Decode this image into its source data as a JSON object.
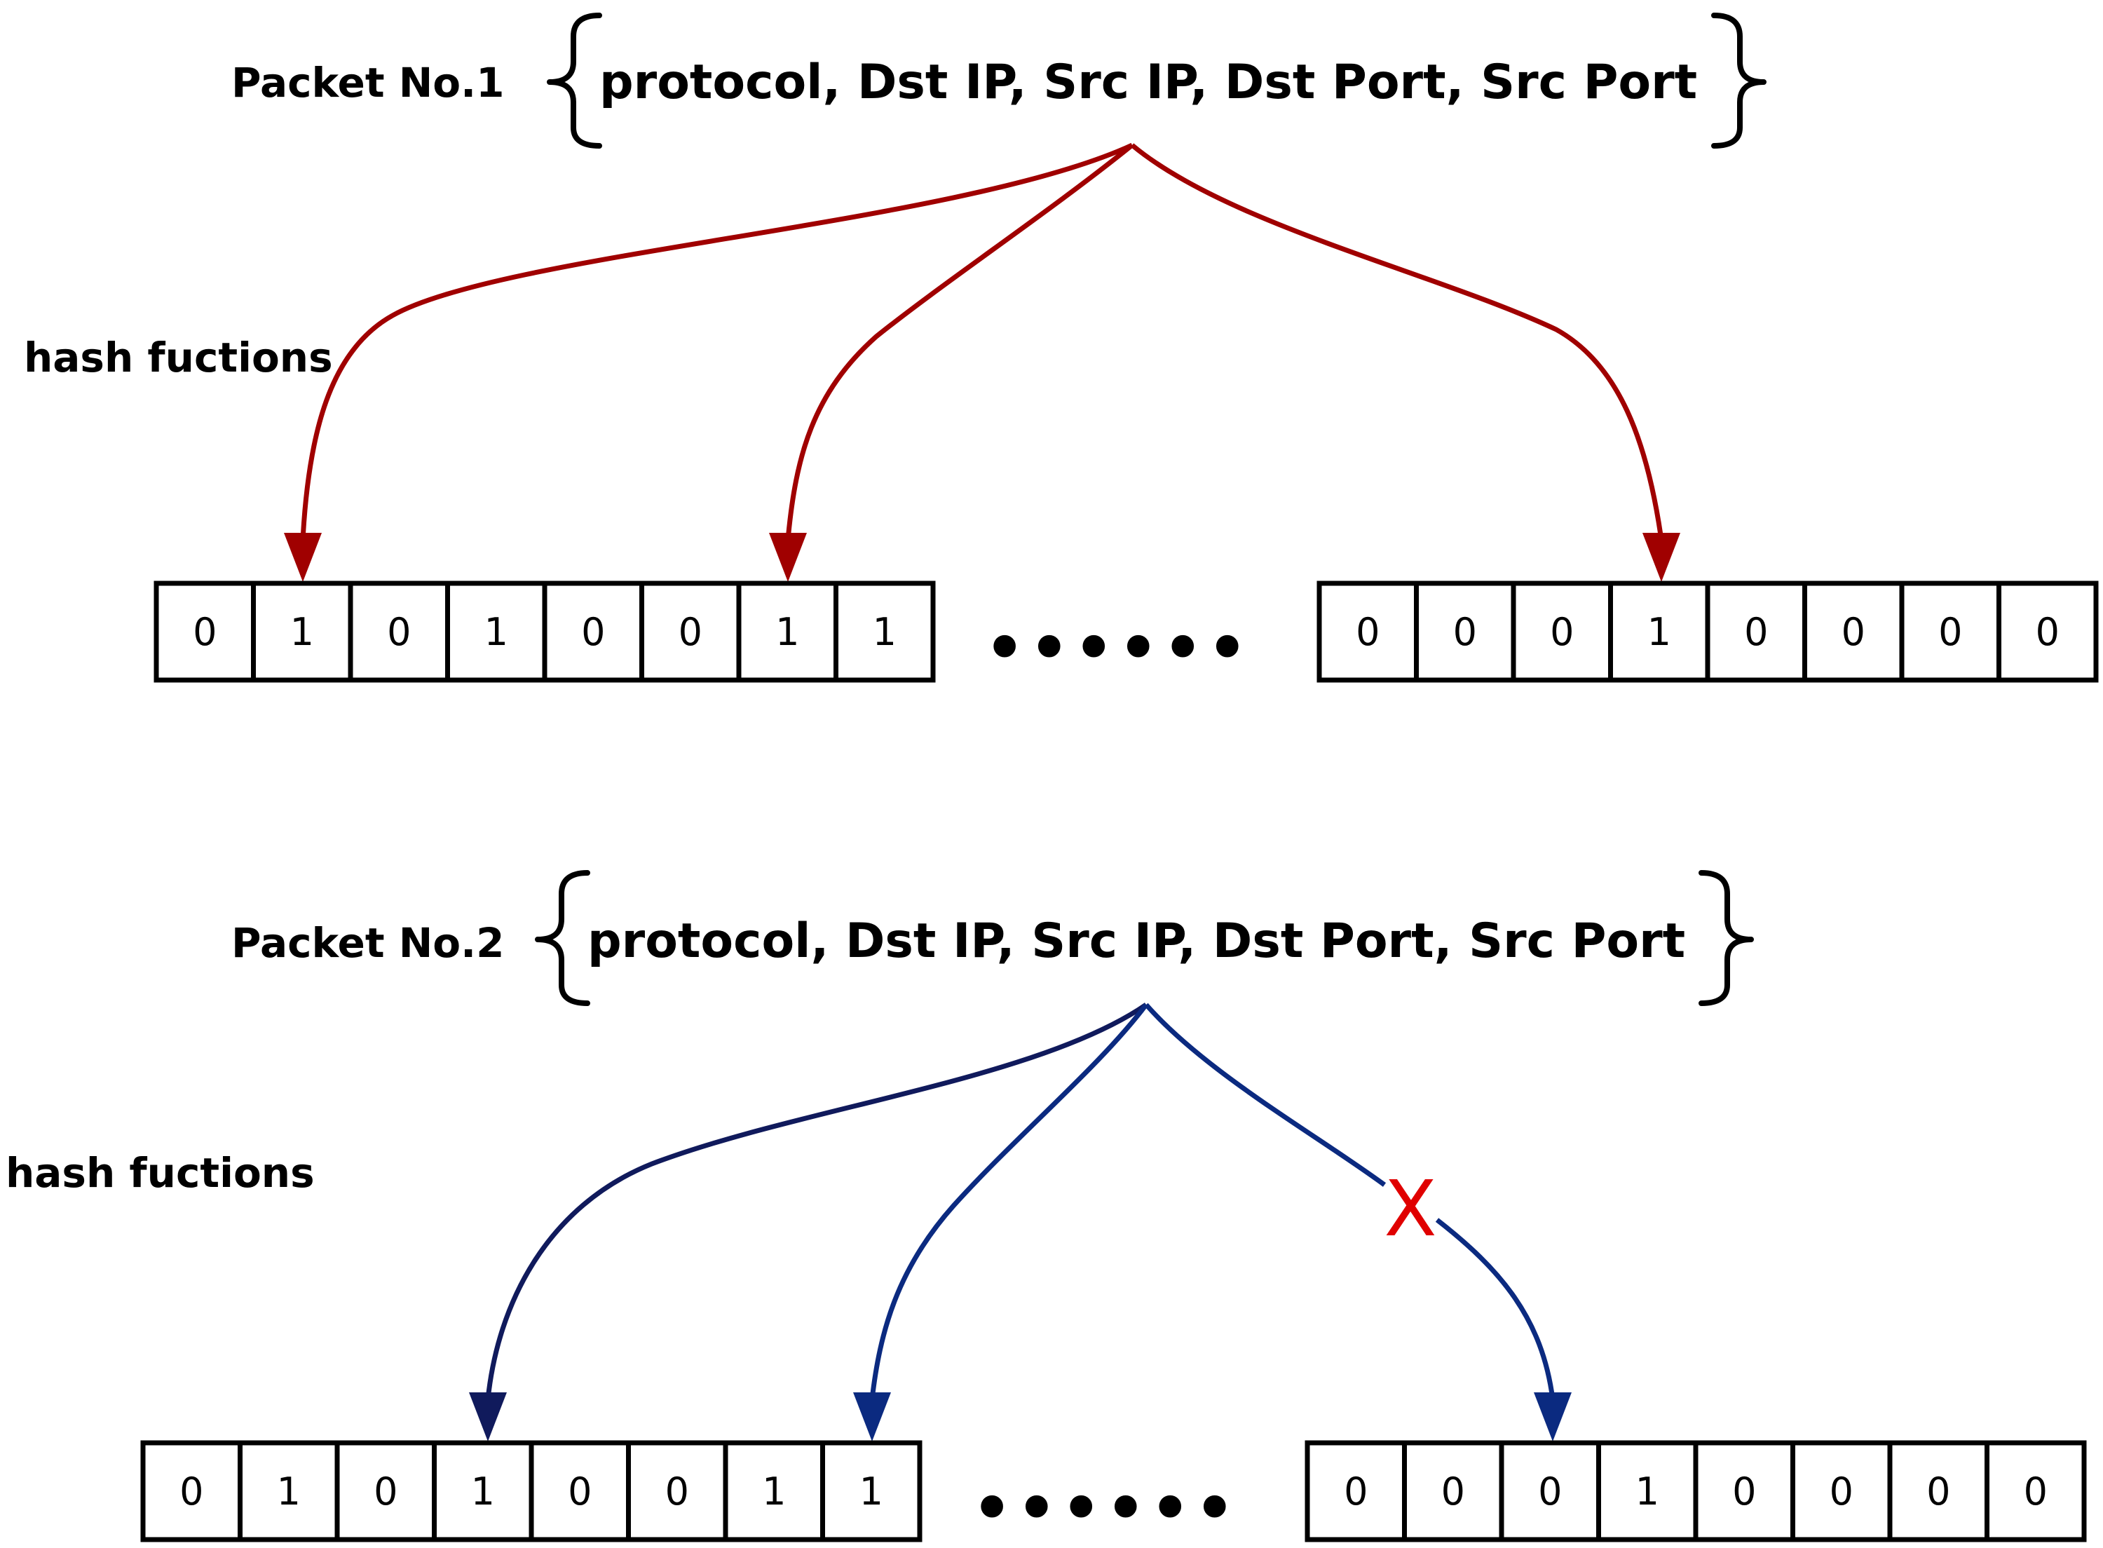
{
  "colors": {
    "red_arrow": "#a00000",
    "blue_arrow": "#0b2a80",
    "navy_arrow": "#101a5c",
    "cross": "#e00000"
  },
  "hash_label": "hash fuctions",
  "ellipsis": "••••••",
  "packets": [
    {
      "label": "Packet No.1",
      "fields": "protocol, Dst IP, Src IP, Dst Port, Src Port",
      "left_bits": [
        "0",
        "1",
        "0",
        "1",
        "0",
        "0",
        "1",
        "1"
      ],
      "right_bits": [
        "0",
        "0",
        "0",
        "1",
        "0",
        "0",
        "0",
        "0"
      ],
      "blocked_arrow": false
    },
    {
      "label": "Packet No.2",
      "fields": "protocol, Dst IP, Src IP, Dst Port, Src Port",
      "left_bits": [
        "0",
        "1",
        "0",
        "1",
        "0",
        "0",
        "1",
        "1"
      ],
      "right_bits": [
        "0",
        "0",
        "0",
        "1",
        "0",
        "0",
        "0",
        "0"
      ],
      "blocked_arrow": true,
      "cross_mark": "X"
    }
  ]
}
